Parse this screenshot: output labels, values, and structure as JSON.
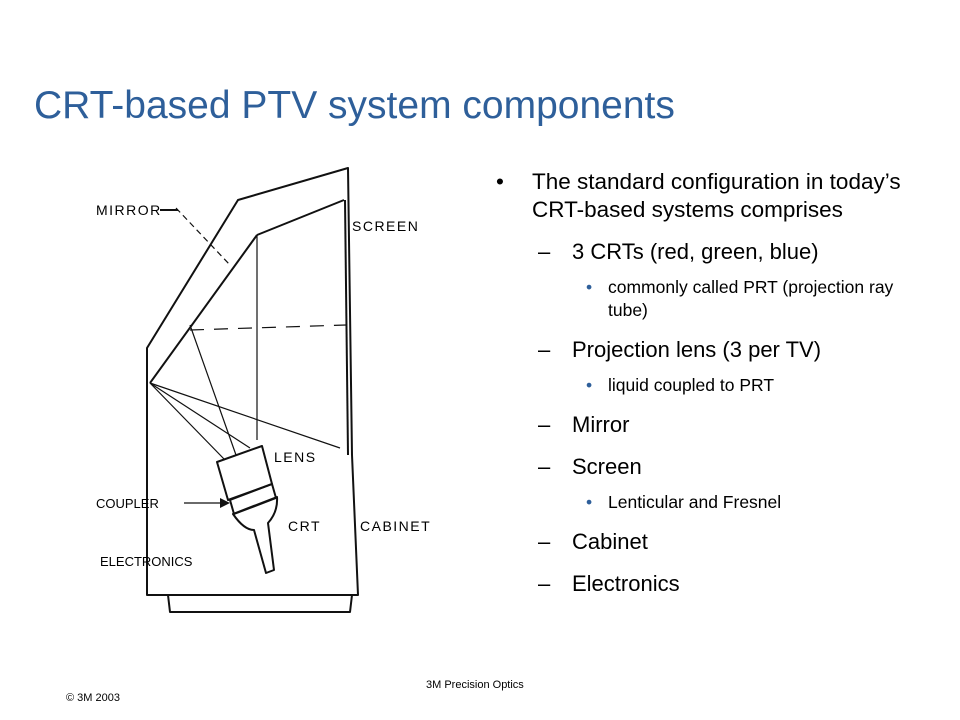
{
  "title": "CRT-based PTV system components",
  "bullets": {
    "intro": "The standard configuration in today’s CRT-based systems comprises",
    "crts": "3 CRTs (red, green, blue)",
    "crts_note": "commonly called PRT (projection ray tube)",
    "lens": "Projection lens (3 per TV)",
    "lens_note": "liquid coupled to PRT",
    "mirror": "Mirror",
    "screen": "Screen",
    "screen_note": "Lenticular and Fresnel",
    "cabinet": "Cabinet",
    "electronics": "Electronics"
  },
  "diagram": {
    "mirror": "MIRROR",
    "screen": "SCREEN",
    "lens": "LENS",
    "coupler": "COUPLER",
    "crt": "CRT",
    "cabinet": "CABINET",
    "electronics": "ELECTRONICS"
  },
  "footer": {
    "copyright": "© 3M 2003",
    "center": "3M Precision Optics"
  }
}
